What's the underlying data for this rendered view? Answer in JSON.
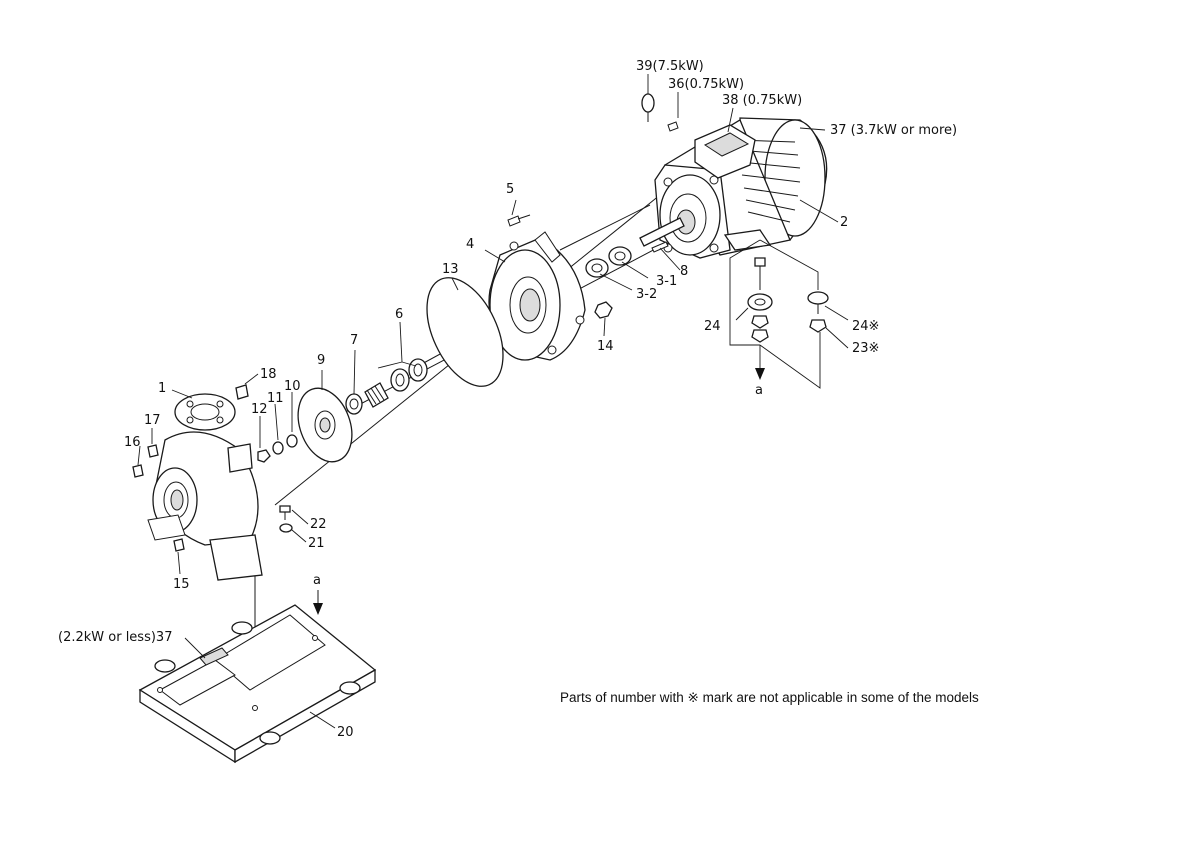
{
  "diagram": {
    "parts": [
      {
        "key": "p1",
        "label": "1"
      },
      {
        "key": "p2",
        "label": "2"
      },
      {
        "key": "p3_1",
        "label": "3-1"
      },
      {
        "key": "p3_2",
        "label": "3-2"
      },
      {
        "key": "p4",
        "label": "4"
      },
      {
        "key": "p5",
        "label": "5"
      },
      {
        "key": "p6",
        "label": "6"
      },
      {
        "key": "p7",
        "label": "7"
      },
      {
        "key": "p8",
        "label": "8"
      },
      {
        "key": "p9",
        "label": "9"
      },
      {
        "key": "p10",
        "label": "10"
      },
      {
        "key": "p11",
        "label": "11"
      },
      {
        "key": "p12",
        "label": "12"
      },
      {
        "key": "p13",
        "label": "13"
      },
      {
        "key": "p14",
        "label": "14"
      },
      {
        "key": "p15",
        "label": "15"
      },
      {
        "key": "p16",
        "label": "16"
      },
      {
        "key": "p17",
        "label": "17"
      },
      {
        "key": "p18",
        "label": "18"
      },
      {
        "key": "p20",
        "label": "20"
      },
      {
        "key": "p21",
        "label": "21"
      },
      {
        "key": "p22",
        "label": "22"
      },
      {
        "key": "p23",
        "label": "23※"
      },
      {
        "key": "p24a",
        "label": "24"
      },
      {
        "key": "p24b",
        "label": "24※"
      },
      {
        "key": "p36",
        "label": "36(0.75kW)"
      },
      {
        "key": "p37a",
        "label": "37  (3.7kW or more)"
      },
      {
        "key": "p37b",
        "label": "(2.2kW or less)37"
      },
      {
        "key": "p38",
        "label": "38 (0.75kW)"
      },
      {
        "key": "p39",
        "label": "39(7.5kW)"
      }
    ],
    "arrows": [
      {
        "key": "a_right",
        "label": "a"
      },
      {
        "key": "a_left",
        "label": "a"
      }
    ],
    "note": "Parts of number with ※ mark are not applicable in some of the models"
  }
}
